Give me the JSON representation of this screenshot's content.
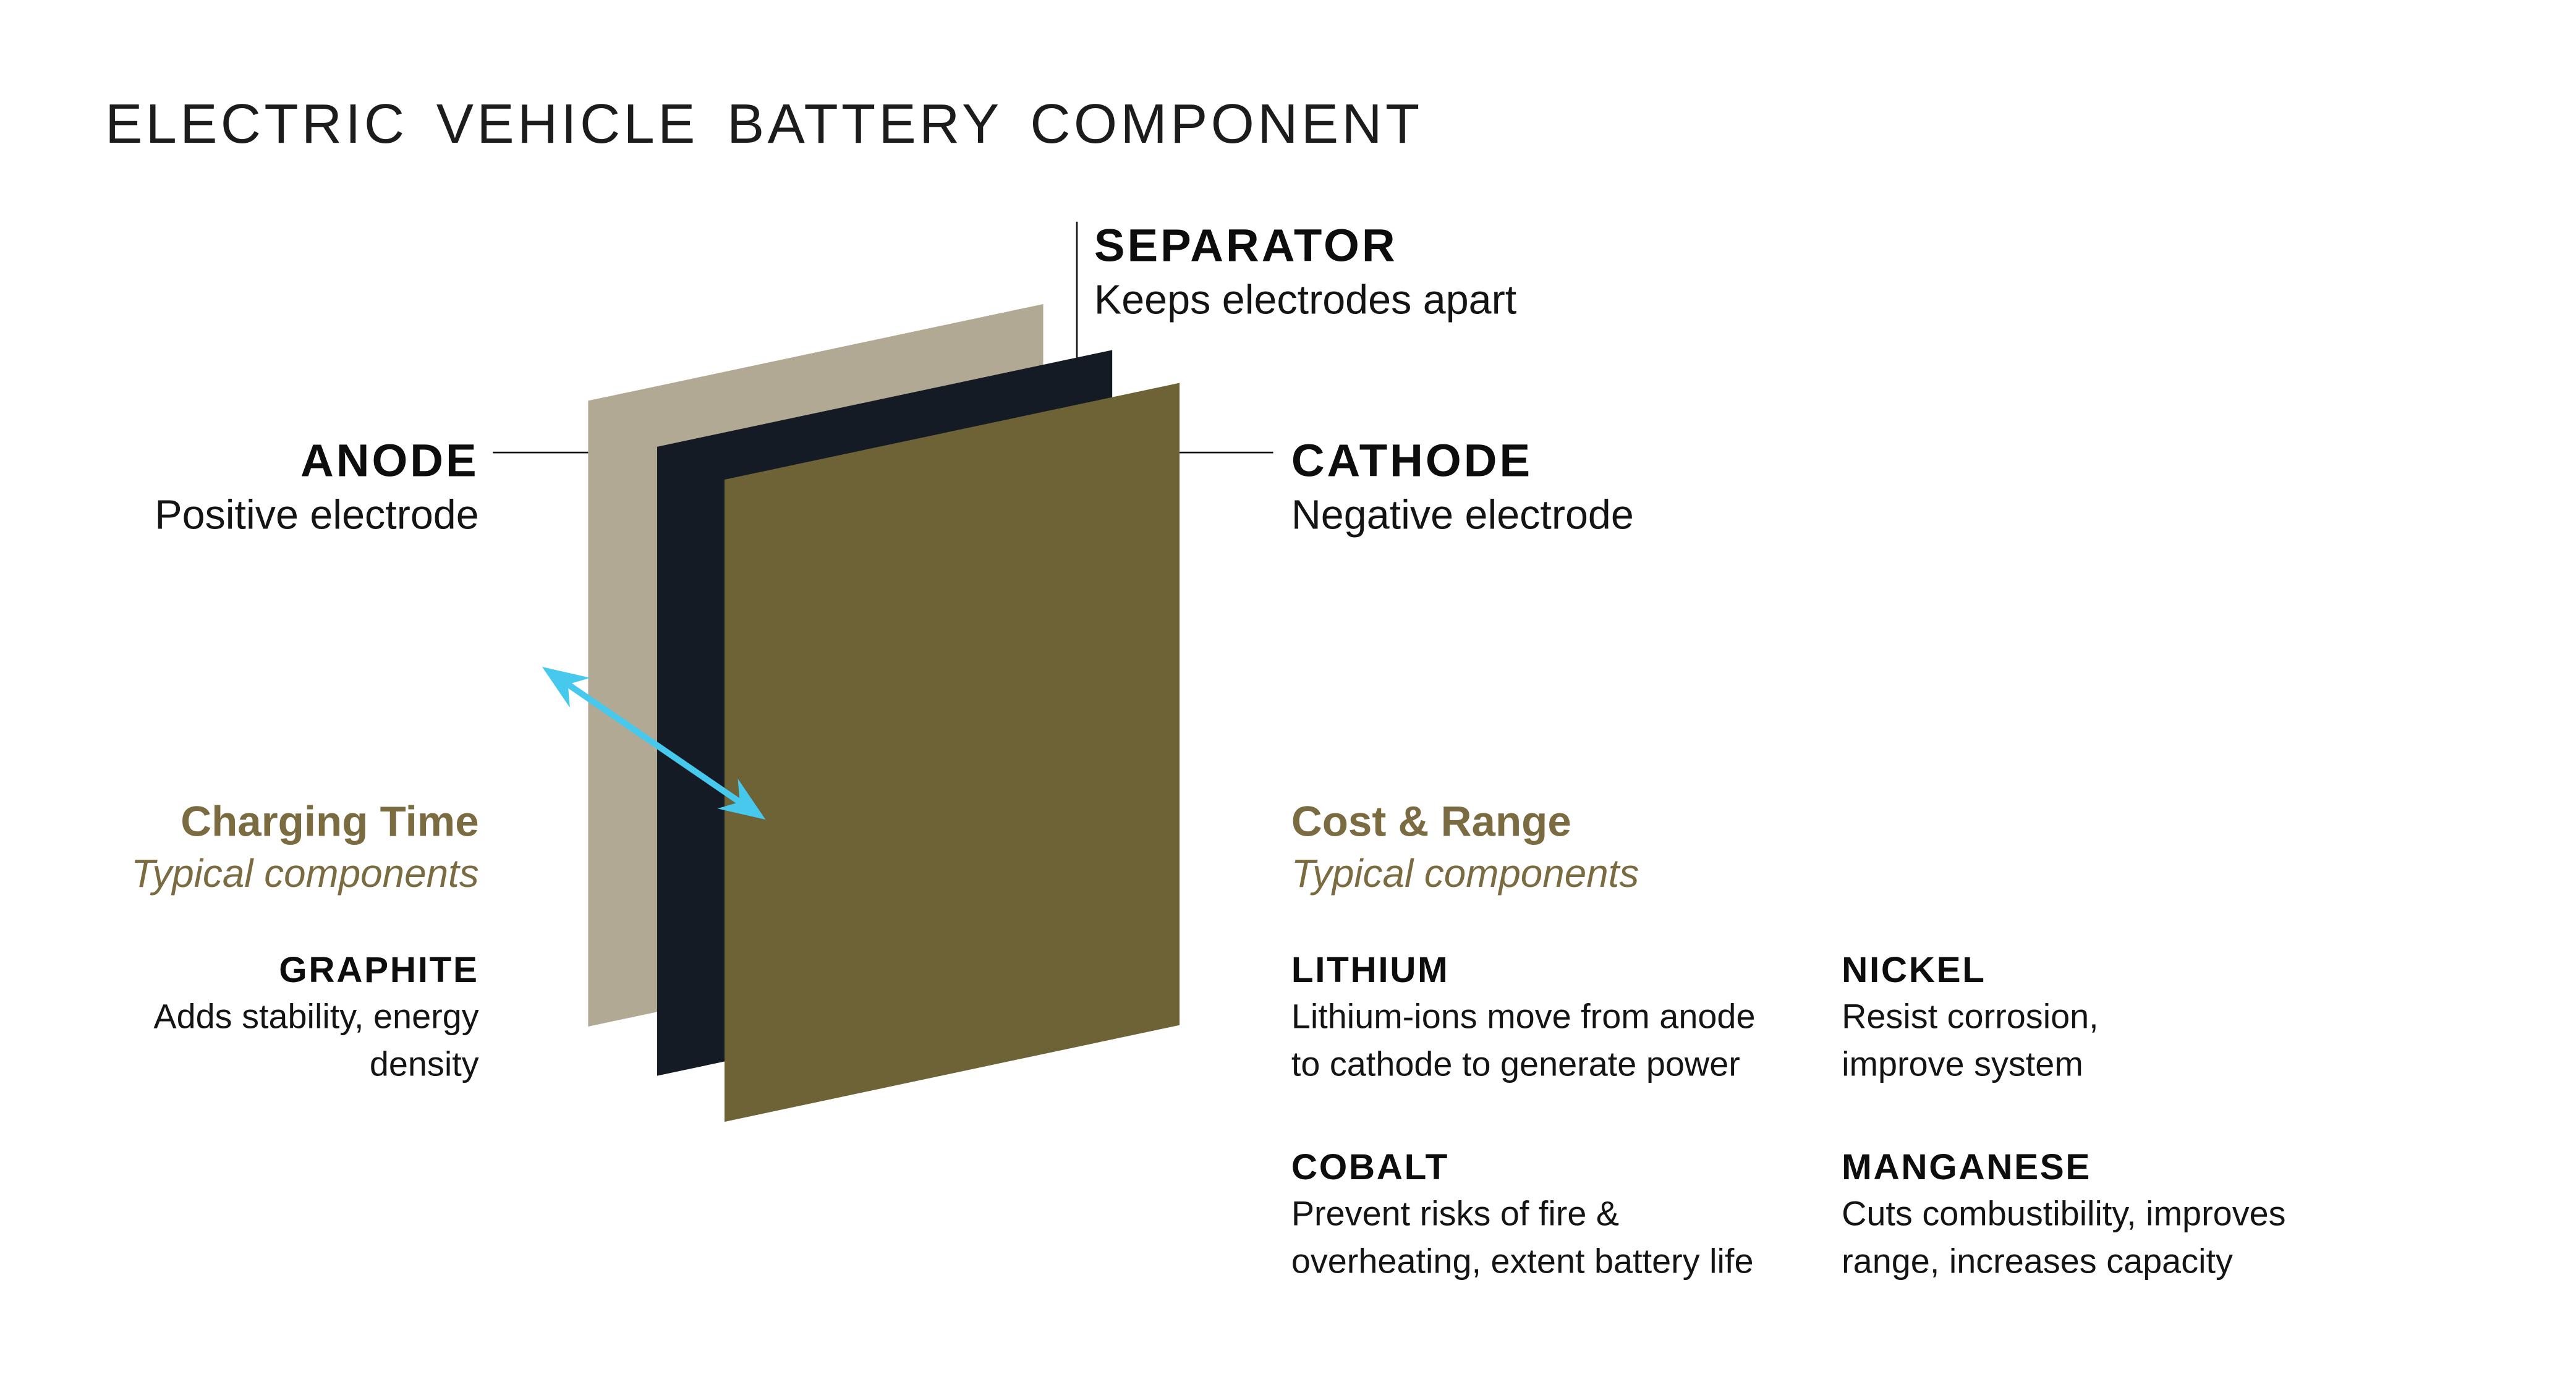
{
  "title": "ELECTRIC VEHICLE BATTERY COMPONENT",
  "colors": {
    "anode_plate": "#b1a993",
    "separator_plate": "#141b24",
    "cathode_plate": "#6e6237",
    "arrow": "#47c9ed",
    "accent_text": "#7a6b41",
    "line": "#111111"
  },
  "labels": {
    "separator": {
      "name": "SEPARATOR",
      "description": "Keeps electrodes apart"
    },
    "anode": {
      "name": "ANODE",
      "description": "Positive electrode"
    },
    "cathode": {
      "name": "CATHODE",
      "description": "Negative electrode"
    }
  },
  "anode_section": {
    "heading": "Charging Time",
    "subheading": "Typical components",
    "components": [
      {
        "name": "GRAPHITE",
        "description": [
          "Adds stability, energy",
          "density"
        ]
      }
    ]
  },
  "cathode_section": {
    "heading": "Cost & Range",
    "subheading": "Typical components",
    "components": [
      {
        "name": "LITHIUM",
        "description": [
          "Lithium-ions move from anode",
          "to cathode to generate power"
        ]
      },
      {
        "name": "NICKEL",
        "description": [
          "Resist corrosion,",
          "improve system"
        ]
      },
      {
        "name": "COBALT",
        "description": [
          "Prevent risks of fire &",
          "overheating, extent battery life"
        ]
      },
      {
        "name": "MANGANESE",
        "description": [
          "Cuts combustibility, improves",
          "range, increases capacity"
        ]
      }
    ]
  }
}
